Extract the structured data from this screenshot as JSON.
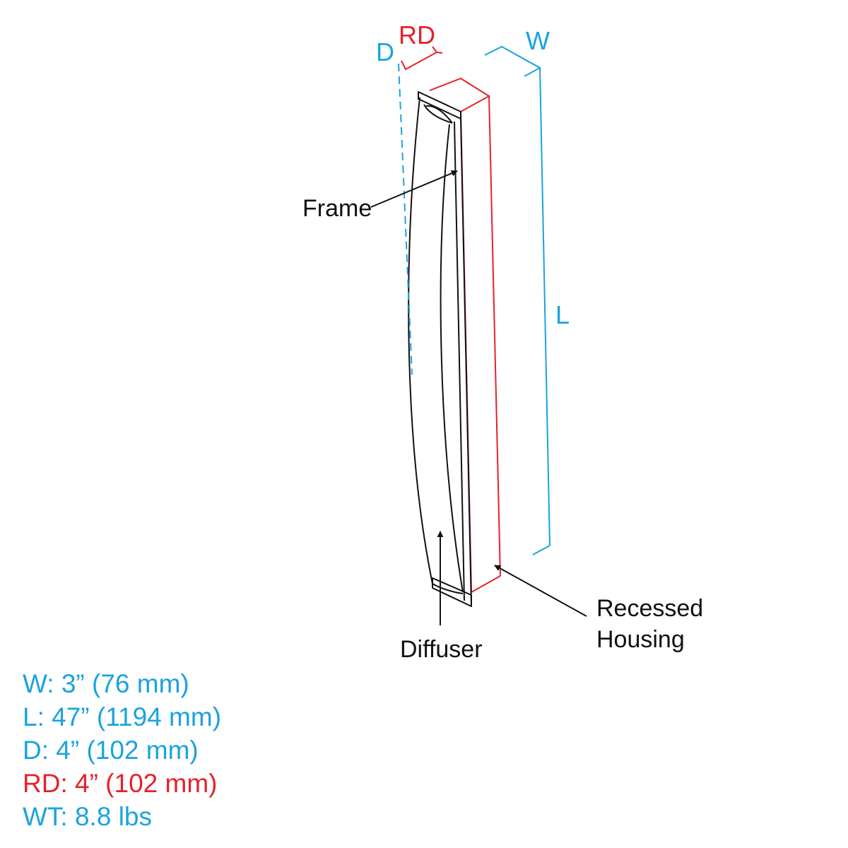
{
  "colors": {
    "blue": "#1ba3de",
    "red": "#e4222a",
    "line": "#111111"
  },
  "dimension_letters": {
    "width": "W",
    "length": "L",
    "depth": "D",
    "recess_depth": "RD"
  },
  "callouts": {
    "frame": "Frame",
    "diffuser": "Diffuser",
    "recessed_housing": [
      "Recessed",
      "Housing"
    ]
  },
  "specs": [
    {
      "text": "W: 3” (76 mm)",
      "color": "#1ba3de"
    },
    {
      "text": "L: 47” (1194 mm)",
      "color": "#1ba3de"
    },
    {
      "text": "D: 4” (102 mm)",
      "color": "#1ba3de"
    },
    {
      "text": "RD: 4” (102 mm)",
      "color": "#e4222a"
    },
    {
      "text": "WT: 8.8 lbs",
      "color": "#1ba3de"
    }
  ]
}
